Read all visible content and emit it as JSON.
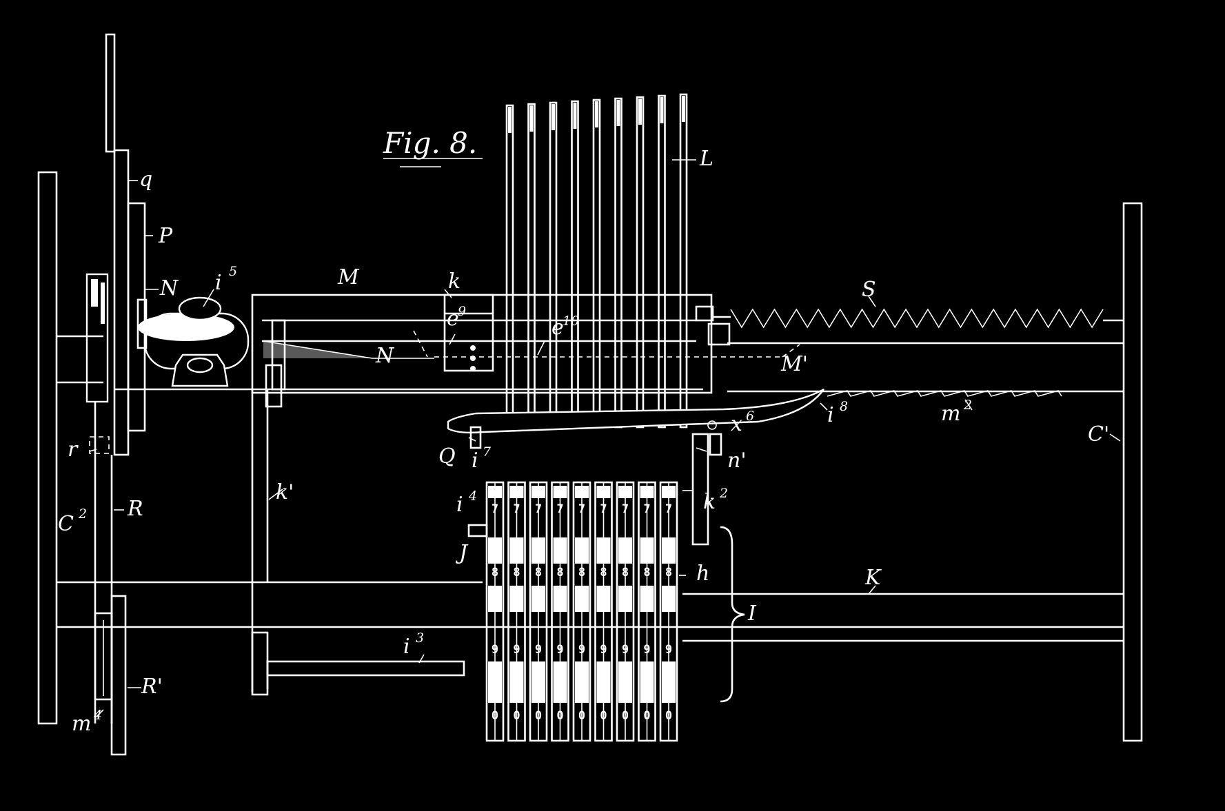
{
  "figure": {
    "title": "Fig. 8.",
    "labels": {
      "q": "q",
      "P": "P",
      "N": "N",
      "i5": "i",
      "i5_sup": "5",
      "M": "M",
      "k": "k",
      "e9": "e",
      "e9_sup": "9",
      "e10": "e",
      "e10_sup": "10",
      "N2": "N",
      "S": "S",
      "L": "L",
      "M1": "M'",
      "m2": "m",
      "m2_sup": "2",
      "x6": "x",
      "x6_sup": "6",
      "i8": "i",
      "i8_sup": "8",
      "Q": "Q",
      "i7": "i",
      "i7_sup": "7",
      "n1": "n'",
      "C1": "C'",
      "r": "r",
      "R": "R",
      "C2": "C",
      "C2_sup": "2",
      "k1": "k'",
      "i4": "i",
      "i4_sup": "4",
      "k2": "k",
      "k2_sup": "2",
      "J": "J",
      "h": "h",
      "K": "K",
      "I": "I",
      "i3": "i",
      "i3_sup": "3",
      "R1": "R'",
      "m4": "m",
      "m4_sup": "4"
    },
    "wheel_digits": {
      "row_top": "7",
      "row_mid": "8",
      "row_low": "9",
      "row_bottom": "0"
    },
    "wheel_count": 9,
    "blade_count": 9,
    "colors": {
      "background": "#000000",
      "line": "#ffffff"
    }
  }
}
